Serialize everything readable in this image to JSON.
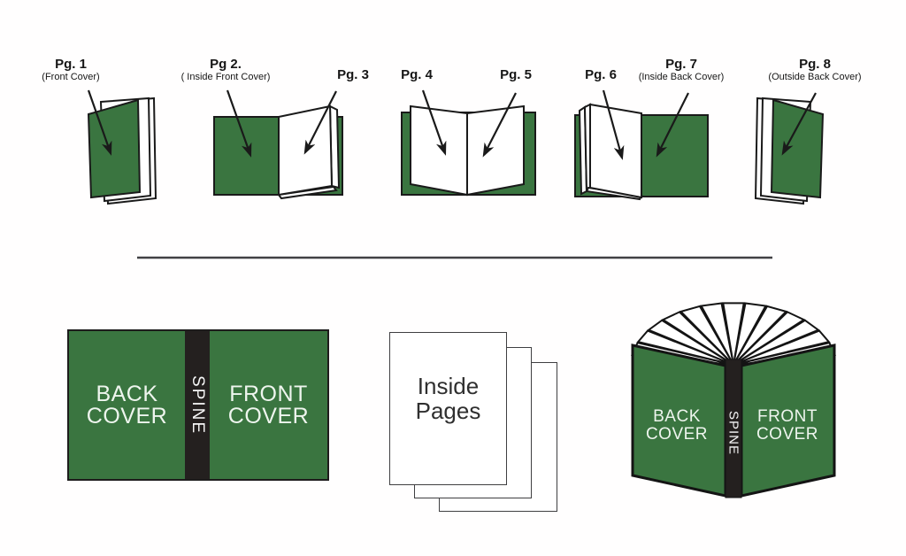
{
  "colors": {
    "cover_green": "#3a7540",
    "spine_black": "#24201f",
    "outline": "#1a1a1a",
    "page_white": "#ffffff",
    "divider_gray": "#414144",
    "cover_text": "#eef5ee",
    "label_text": "#161616"
  },
  "top_row": {
    "items": [
      {
        "title": "Pg. 1",
        "subtitle": "(Front Cover)"
      },
      {
        "title": "Pg 2.",
        "subtitle": "( Inside Front Cover)"
      },
      {
        "title": "Pg. 3",
        "subtitle": ""
      },
      {
        "title": "Pg. 4",
        "subtitle": ""
      },
      {
        "title": "Pg. 5",
        "subtitle": ""
      },
      {
        "title": "Pg. 6",
        "subtitle": ""
      },
      {
        "title": "Pg. 7",
        "subtitle": "(Inside Back Cover)"
      },
      {
        "title": "Pg. 8",
        "subtitle": "(Outside Back Cover)"
      }
    ]
  },
  "bottom_row": {
    "flat_cover": {
      "back_label": "BACK COVER",
      "spine_label": "SPINE",
      "front_label": "FRONT COVER"
    },
    "inside_pages": {
      "label": "Inside Pages"
    },
    "open_book": {
      "back_label": "BACK COVER",
      "spine_label": "SPINE",
      "front_label": "FRONT COVER"
    }
  }
}
